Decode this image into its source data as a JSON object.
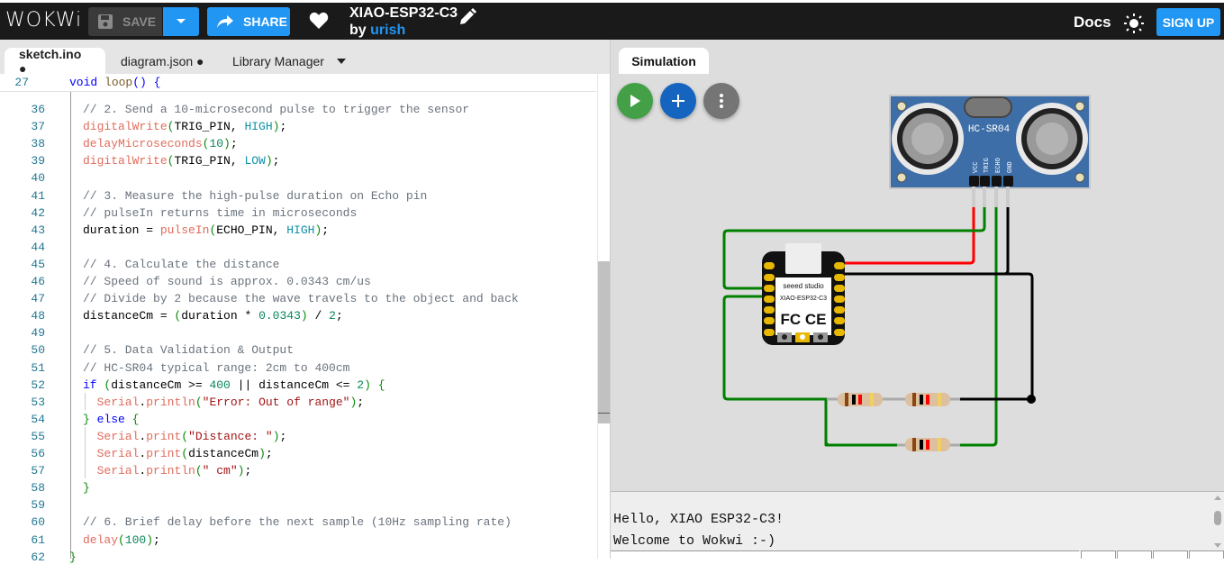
{
  "header": {
    "logo": "WOKWi",
    "save_label": "SAVE",
    "share_label": "SHARE",
    "project_title": "XIAO-ESP32-C3",
    "by_label": "by",
    "author": "urish",
    "docs_label": "Docs",
    "signup_label": "SIGN UP"
  },
  "editor": {
    "tabs": [
      {
        "label": "sketch.ino ●",
        "active": true
      },
      {
        "label": "diagram.json ●",
        "active": false
      },
      {
        "label": "Library Manager",
        "active": false
      }
    ],
    "sticky_line": {
      "number": "27",
      "text": "void loop() {"
    },
    "lines": [
      {
        "n": "36",
        "text": "// 2. Send a 10-microsecond pulse to trigger the sensor"
      },
      {
        "n": "37",
        "text": "digitalWrite(TRIG_PIN, HIGH);"
      },
      {
        "n": "38",
        "text": "delayMicroseconds(10);"
      },
      {
        "n": "39",
        "text": "digitalWrite(TRIG_PIN, LOW);"
      },
      {
        "n": "40",
        "text": ""
      },
      {
        "n": "41",
        "text": "// 3. Measure the high-pulse duration on Echo pin"
      },
      {
        "n": "42",
        "text": "// pulseIn returns time in microseconds"
      },
      {
        "n": "43",
        "text": "duration = pulseIn(ECHO_PIN, HIGH);"
      },
      {
        "n": "44",
        "text": ""
      },
      {
        "n": "45",
        "text": "// 4. Calculate the distance"
      },
      {
        "n": "46",
        "text": "// Speed of sound is approx. 0.0343 cm/us"
      },
      {
        "n": "47",
        "text": "// Divide by 2 because the wave travels to the object and back"
      },
      {
        "n": "48",
        "text": "distanceCm = (duration * 0.0343) / 2;"
      },
      {
        "n": "49",
        "text": ""
      },
      {
        "n": "50",
        "text": "// 5. Data Validation & Output"
      },
      {
        "n": "51",
        "text": "// HC-SR04 typical range: 2cm to 400cm"
      },
      {
        "n": "52",
        "text": "if (distanceCm >= 400 || distanceCm <= 2) {"
      },
      {
        "n": "53",
        "text": "  Serial.println(\"Error: Out of range\");"
      },
      {
        "n": "54",
        "text": "} else {"
      },
      {
        "n": "55",
        "text": "  Serial.print(\"Distance: \");"
      },
      {
        "n": "56",
        "text": "  Serial.print(distanceCm);"
      },
      {
        "n": "57",
        "text": "  Serial.println(\" cm\");"
      },
      {
        "n": "58",
        "text": "}"
      },
      {
        "n": "59",
        "text": ""
      },
      {
        "n": "60",
        "text": "// 6. Brief delay before the next sample (10Hz sampling rate)"
      },
      {
        "n": "61",
        "text": "delay(100);"
      },
      {
        "n": "62",
        "text": "}"
      }
    ]
  },
  "simulation": {
    "tab_label": "Simulation",
    "sensor_label": "HC-SR04",
    "sensor_pins": [
      "VCC",
      "TRIG",
      "ECHO",
      "GND"
    ],
    "board_brand": "seeed studio",
    "board_model": "XIAO-ESP32-C3",
    "board_cert": "FC CE",
    "serial_output": [
      "Hello, XIAO ESP32-C3!",
      "Welcome to Wokwi :-)"
    ]
  },
  "colors": {
    "accent": "#2196f3",
    "play": "#43a047",
    "add": "#1565c0",
    "more": "#757575",
    "wire_green": "#008000",
    "wire_red": "#ff0000",
    "wire_black": "#000000"
  }
}
